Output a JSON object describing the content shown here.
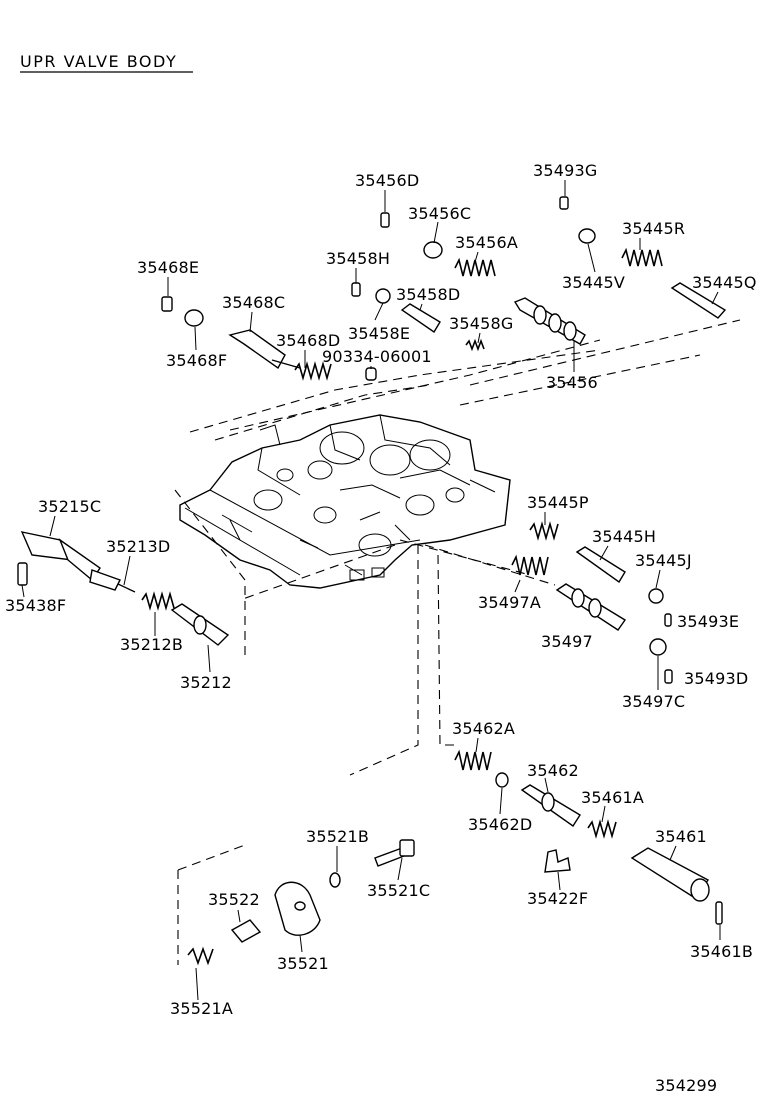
{
  "title": "UPR VALVE BODY",
  "diagram_number": "354299",
  "parts": [
    {
      "id": "p35456D",
      "label": "35456D"
    },
    {
      "id": "p35493G",
      "label": "35493G"
    },
    {
      "id": "p35456C",
      "label": "35456C"
    },
    {
      "id": "p35456A",
      "label": "35456A"
    },
    {
      "id": "p35445R",
      "label": "35445R"
    },
    {
      "id": "p35458H",
      "label": "35458H"
    },
    {
      "id": "p35445V",
      "label": "35445V"
    },
    {
      "id": "p35468E",
      "label": "35468E"
    },
    {
      "id": "p35445Q",
      "label": "35445Q"
    },
    {
      "id": "p35458D",
      "label": "35458D"
    },
    {
      "id": "p35468C",
      "label": "35468C"
    },
    {
      "id": "p35458G",
      "label": "35458G"
    },
    {
      "id": "p35458E",
      "label": "35458E"
    },
    {
      "id": "p35468D",
      "label": "35468D"
    },
    {
      "id": "p35468F",
      "label": "35468F"
    },
    {
      "id": "p90334",
      "label": "90334-06001"
    },
    {
      "id": "p35456",
      "label": "35456"
    },
    {
      "id": "p35445P",
      "label": "35445P"
    },
    {
      "id": "p35215C",
      "label": "35215C"
    },
    {
      "id": "p35445H",
      "label": "35445H"
    },
    {
      "id": "p35213D",
      "label": "35213D"
    },
    {
      "id": "p35445J",
      "label": "35445J"
    },
    {
      "id": "p35438F",
      "label": "35438F"
    },
    {
      "id": "p35497A",
      "label": "35497A"
    },
    {
      "id": "p35493E",
      "label": "35493E"
    },
    {
      "id": "p35212B",
      "label": "35212B"
    },
    {
      "id": "p35497",
      "label": "35497"
    },
    {
      "id": "p35493D",
      "label": "35493D"
    },
    {
      "id": "p35212",
      "label": "35212"
    },
    {
      "id": "p35497C",
      "label": "35497C"
    },
    {
      "id": "p35462A",
      "label": "35462A"
    },
    {
      "id": "p35462",
      "label": "35462"
    },
    {
      "id": "p35461A",
      "label": "35461A"
    },
    {
      "id": "p35462D",
      "label": "35462D"
    },
    {
      "id": "p35521B",
      "label": "35521B"
    },
    {
      "id": "p35461",
      "label": "35461"
    },
    {
      "id": "p35521C",
      "label": "35521C"
    },
    {
      "id": "p35422F",
      "label": "35422F"
    },
    {
      "id": "p35522",
      "label": "35522"
    },
    {
      "id": "p35521",
      "label": "35521"
    },
    {
      "id": "p35461B",
      "label": "35461B"
    },
    {
      "id": "p35521A",
      "label": "35521A"
    }
  ]
}
